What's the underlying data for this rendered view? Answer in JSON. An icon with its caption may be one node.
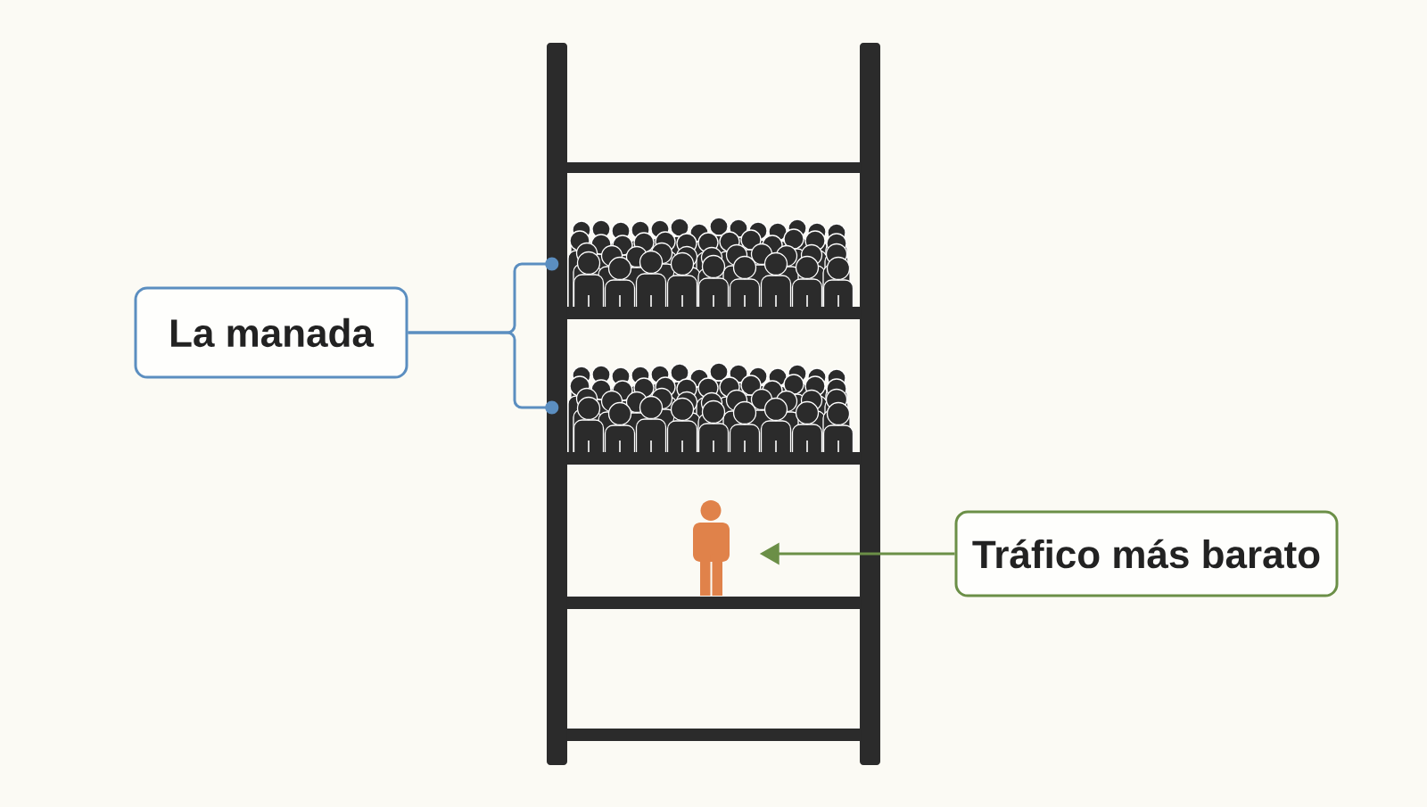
{
  "diagram": {
    "nodes": [
      {
        "text": [
          "La manada"
        ]
      },
      {
        "text": [],
        "shape": "picture"
      },
      {
        "text": [],
        "shape": "picture"
      },
      {
        "text": [
          "Tráfico más barato"
        ]
      },
      {
        "text": [],
        "shape": "person"
      }
    ],
    "edges": [
      {
        "from": 0,
        "to": 1,
        "arrow": "other"
      },
      {
        "from": 0,
        "to": 2,
        "arrow": "other"
      },
      {
        "from": 3,
        "to": 4,
        "arrow": "to",
        "color": "#6b8f47"
      }
    ]
  }
}
